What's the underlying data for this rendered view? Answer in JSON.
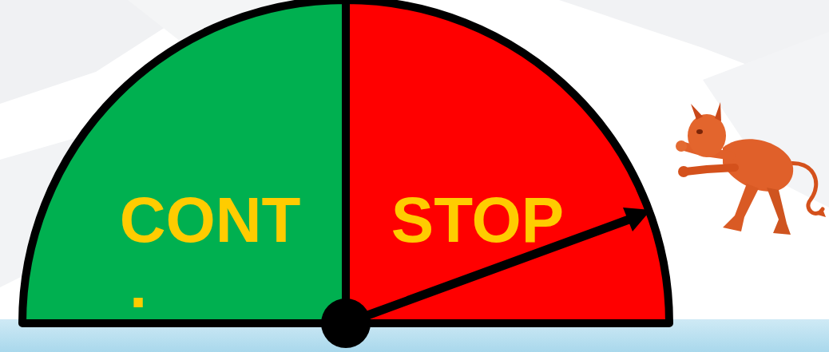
{
  "diagram": {
    "nodes": [
      {
        "text": [
          "CONT",
          "."
        ]
      },
      {
        "text": [
          "STOP"
        ]
      }
    ]
  }
}
